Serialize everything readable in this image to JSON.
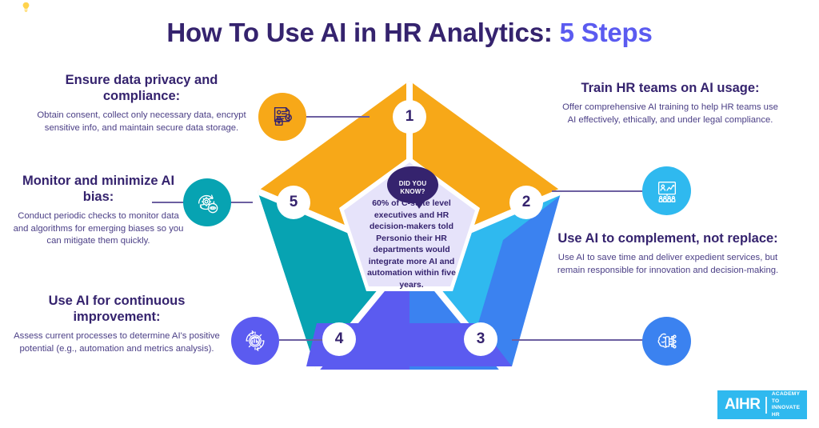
{
  "title": {
    "main": "How To Use AI in HR Analytics: ",
    "accent": "5 Steps"
  },
  "colors": {
    "title_dark": "#35236e",
    "title_accent": "#5b5bf0",
    "segment_1": "#f7a818",
    "segment_2": "#2fb9ef",
    "segment_3": "#3b82f0",
    "segment_4": "#5b5bf0",
    "segment_5": "#07a3b2",
    "center_fill": "#e6e3fa",
    "connector": "#6c5fa0",
    "logo_bg": "#2fb9ef"
  },
  "steps": [
    {
      "number": "1",
      "heading": "Ensure data privacy and compliance:",
      "body": "Obtain consent, collect only necessary data, encrypt sensitive info, and maintain secure data storage.",
      "icon": "document-lock-icon",
      "color": "#f7a818"
    },
    {
      "number": "2",
      "heading": "Train HR teams on AI usage:",
      "body": "Offer comprehensive AI training to help HR teams use AI effectively, ethically, and under legal compliance.",
      "icon": "training-presentation-icon",
      "color": "#2fb9ef"
    },
    {
      "number": "3",
      "heading": "Use AI to complement, not replace:",
      "body": "Use AI to save time and deliver expedient services, but remain responsible for innovation and decision-making.",
      "icon": "ai-brain-circuit-icon",
      "color": "#3b82f0"
    },
    {
      "number": "4",
      "heading": "Use AI for continuous improvement:",
      "body": "Assess current processes to determine AI's positive potential (e.g., automation and metrics analysis).",
      "icon": "gear-analytics-cycle-icon",
      "color": "#5b5bf0"
    },
    {
      "number": "5",
      "heading": "Monitor and minimize AI bias:",
      "body": "Conduct periodic checks to monitor data and algorithms for emerging biases so you can mitigate them quickly.",
      "icon": "gear-eye-monitor-icon",
      "color": "#07a3b2"
    }
  ],
  "did_you_know": {
    "label_line1": "DID YOU",
    "label_line2": "KNOW?",
    "icon": "lightbulb-icon",
    "body": "60% of C-suite level executives and HR decision-makers told Personio their HR departments would integrate more AI and automation within five years.",
    "stat": "60%"
  },
  "logo": {
    "mark": "AIHR",
    "tagline_line1": "ACADEMY TO",
    "tagline_line2": "INNOVATE HR"
  }
}
